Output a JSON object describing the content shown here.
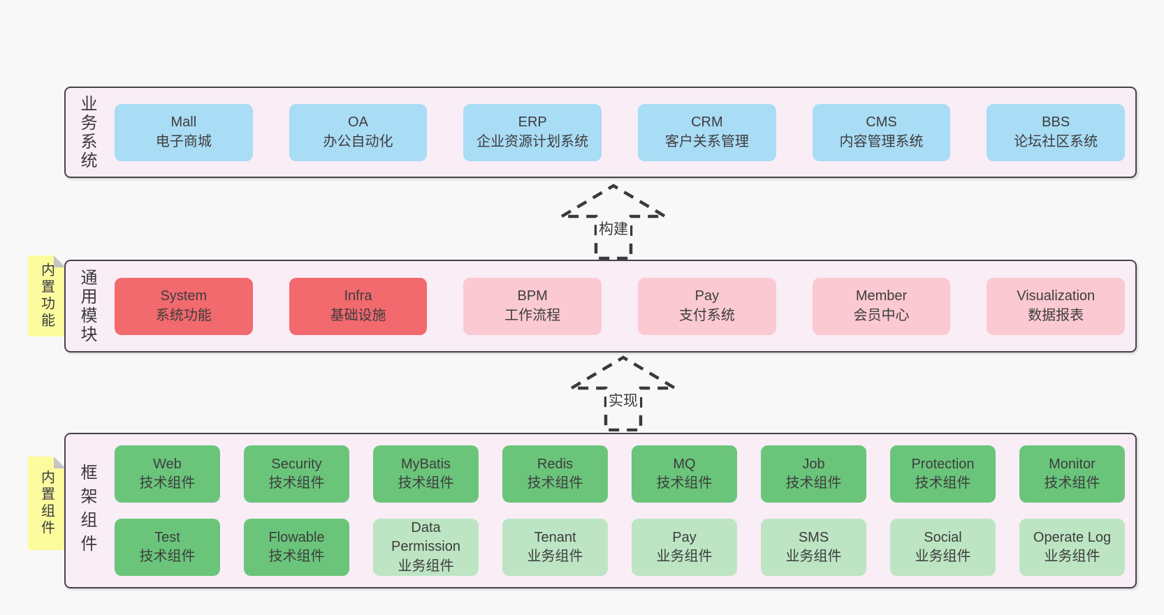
{
  "colors": {
    "page_bg": "#f8f8f8",
    "panel_bg": "#f9edf6",
    "panel_border": "#46424a",
    "blue_box": "#a9dcf5",
    "red_box": "#f2696e",
    "pink_box": "#fbc9d2",
    "green_box": "#6ac57b",
    "light_green_box": "#bde5c3",
    "sticky_bg": "#fcfc9f",
    "sticky_fold": "#c5c5c5",
    "text": "#3d3d3d"
  },
  "sections": {
    "business": {
      "side_label": "业务系统",
      "boxes": [
        {
          "title": "Mall",
          "subtitle": "电子商城",
          "color": "blue"
        },
        {
          "title": "OA",
          "subtitle": "办公自动化",
          "color": "blue"
        },
        {
          "title": "ERP",
          "subtitle": "企业资源计划系统",
          "color": "blue"
        },
        {
          "title": "CRM",
          "subtitle": "客户关系管理",
          "color": "blue"
        },
        {
          "title": "CMS",
          "subtitle": "内容管理系统",
          "color": "blue"
        },
        {
          "title": "BBS",
          "subtitle": "论坛社区系统",
          "color": "blue"
        }
      ]
    },
    "modules": {
      "side_label": "通用模块",
      "sticky_label": "内置功能",
      "boxes": [
        {
          "title": "System",
          "subtitle": "系统功能",
          "color": "red"
        },
        {
          "title": "Infra",
          "subtitle": "基础设施",
          "color": "red"
        },
        {
          "title": "BPM",
          "subtitle": "工作流程",
          "color": "pink"
        },
        {
          "title": "Pay",
          "subtitle": "支付系统",
          "color": "pink"
        },
        {
          "title": "Member",
          "subtitle": "会员中心",
          "color": "pink"
        },
        {
          "title": "Visualization",
          "subtitle": "数据报表",
          "color": "pink"
        }
      ]
    },
    "components": {
      "side_label": "框架组件",
      "sticky_label": "内置组件",
      "row1": [
        {
          "title": "Web",
          "subtitle": "技术组件",
          "color": "green"
        },
        {
          "title": "Security",
          "subtitle": "技术组件",
          "color": "green"
        },
        {
          "title": "MyBatis",
          "subtitle": "技术组件",
          "color": "green"
        },
        {
          "title": "Redis",
          "subtitle": "技术组件",
          "color": "green"
        },
        {
          "title": "MQ",
          "subtitle": "技术组件",
          "color": "green"
        },
        {
          "title": "Job",
          "subtitle": "技术组件",
          "color": "green"
        },
        {
          "title": "Protection",
          "subtitle": "技术组件",
          "color": "green"
        },
        {
          "title": "Monitor",
          "subtitle": "技术组件",
          "color": "green"
        }
      ],
      "row2": [
        {
          "title": "Test",
          "subtitle": "技术组件",
          "color": "green"
        },
        {
          "title": "Flowable",
          "subtitle": "技术组件",
          "color": "green"
        },
        {
          "title": "Data Permission",
          "subtitle": "业务组件",
          "color": "light-green"
        },
        {
          "title": "Tenant",
          "subtitle": "业务组件",
          "color": "light-green"
        },
        {
          "title": "Pay",
          "subtitle": "业务组件",
          "color": "light-green"
        },
        {
          "title": "SMS",
          "subtitle": "业务组件",
          "color": "light-green"
        },
        {
          "title": "Social",
          "subtitle": "业务组件",
          "color": "light-green"
        },
        {
          "title": "Operate Log",
          "subtitle": "业务组件",
          "color": "light-green"
        }
      ]
    }
  },
  "arrows": [
    {
      "label": "构建"
    },
    {
      "label": "实现"
    }
  ]
}
